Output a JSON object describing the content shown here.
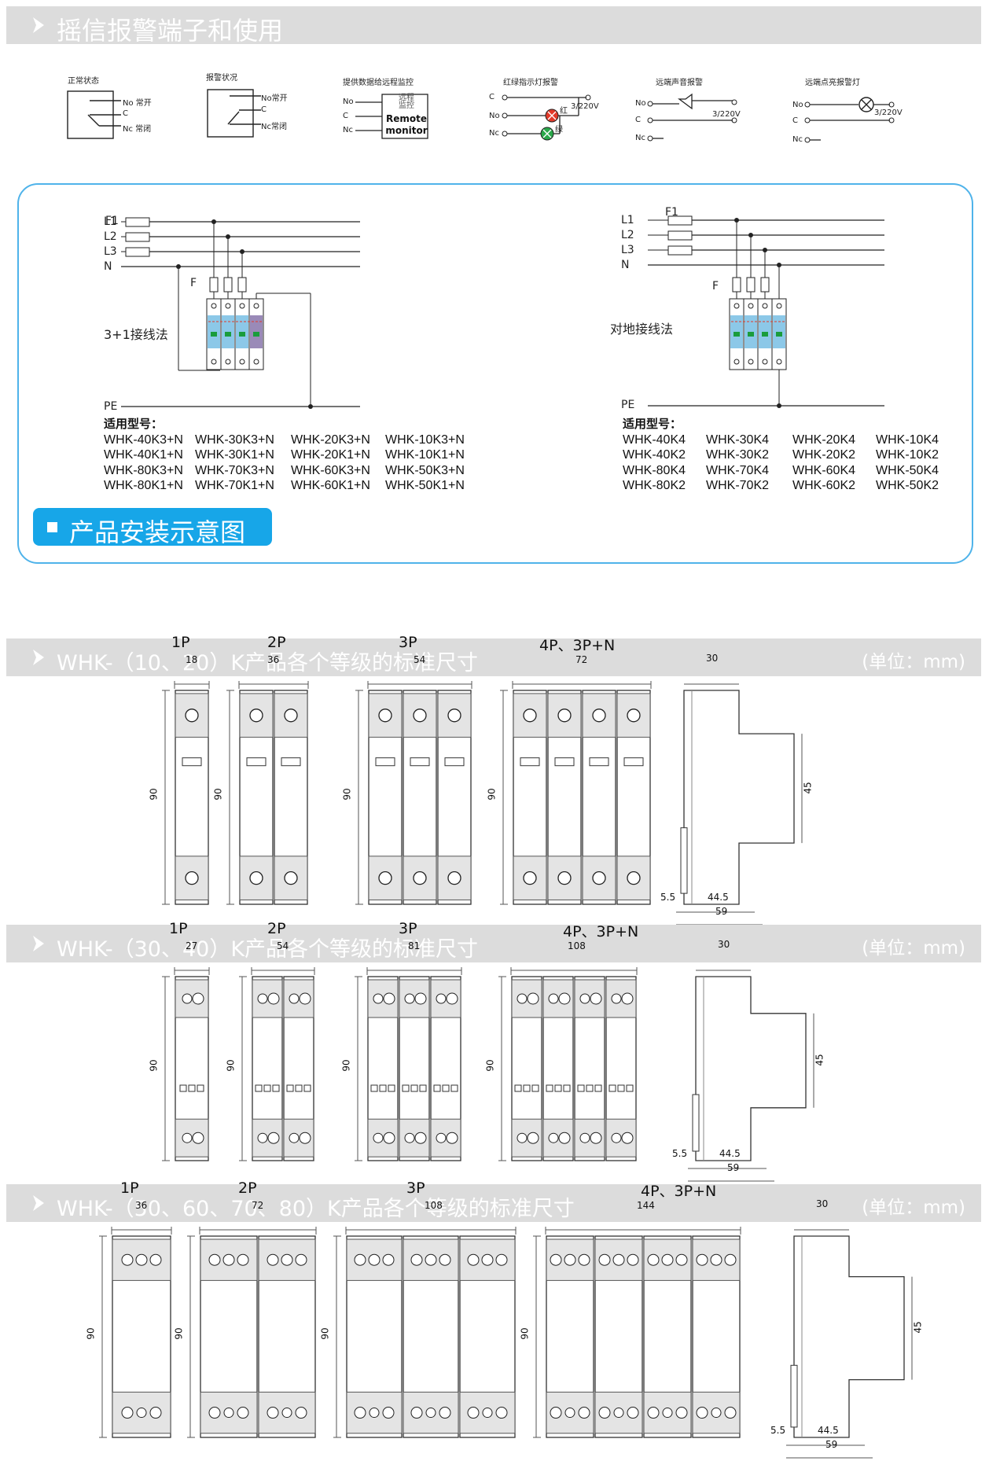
{
  "section1": {
    "title": "摇信报警端子和使用",
    "items": [
      {
        "title": "正常状态",
        "labels": [
          "No 常开",
          "C",
          "Nc 常闭"
        ]
      },
      {
        "title": "报警状况",
        "labels": [
          "No常开",
          "C",
          "Nc常闭"
        ]
      },
      {
        "title": "提供数据给远程监控",
        "labels": [
          "No",
          "C",
          "Nc"
        ],
        "box": [
          "远程",
          "监控",
          "Remote",
          "monitor"
        ]
      },
      {
        "title": "红绿指示灯报警",
        "labels": [
          "C",
          "No",
          "Nc"
        ],
        "extra": [
          "红",
          "3/220V",
          "绿"
        ]
      },
      {
        "title": "远端声音报警",
        "labels": [
          "No",
          "C",
          "Nc"
        ],
        "extra": [
          "3/220V"
        ]
      },
      {
        "title": "远端点亮报警灯",
        "labels": [
          "No",
          "C",
          "Nc"
        ],
        "extra": [
          "3/220V"
        ]
      }
    ]
  },
  "wiring": {
    "lines": [
      "L1",
      "L2",
      "L3",
      "N",
      "PE"
    ],
    "fuse_main": "F1",
    "fuse_branch": "F",
    "left_method": "3+1接线法",
    "right_method": "对地接线法",
    "models_heading": "适用型号：",
    "left_models": [
      [
        "WHK-40K3+N",
        "WHK-30K3+N",
        "WHK-20K3+N",
        "WHK-10K3+N"
      ],
      [
        "WHK-40K1+N",
        "WHK-30K1+N",
        "WHK-20K1+N",
        "WHK-10K1+N"
      ],
      [
        "WHK-80K3+N",
        "WHK-70K3+N",
        "WHK-60K3+N",
        "WHK-50K3+N"
      ],
      [
        "WHK-80K1+N",
        "WHK-70K1+N",
        "WHK-60K1+N",
        "WHK-50K1+N"
      ]
    ],
    "right_models": [
      [
        "WHK-40K4",
        "WHK-30K4",
        "WHK-20K4",
        "WHK-10K4"
      ],
      [
        "WHK-40K2",
        "WHK-30K2",
        "WHK-20K2",
        "WHK-10K2"
      ],
      [
        "WHK-80K4",
        "WHK-70K4",
        "WHK-60K4",
        "WHK-50K4"
      ],
      [
        "WHK-80K2",
        "WHK-70K2",
        "WHK-60K2",
        "WHK-50K2"
      ]
    ],
    "tag": "产品安装示意图"
  },
  "dims": [
    {
      "title": "WHK-（10、20）K产品各个等级的标准尺寸",
      "unit": "(单位：mm)",
      "poles": [
        "1P",
        "2P",
        "3P",
        "4P、3P+N"
      ],
      "widths": [
        "18",
        "36",
        "54",
        "72"
      ],
      "height": "90",
      "side": {
        "top": "30",
        "right": "45",
        "a": "5.5",
        "b": "44.5",
        "c": "59"
      }
    },
    {
      "title": "WHK-（30、40）K产品各个等级的标准尺寸",
      "unit": "(单位：mm)",
      "poles": [
        "1P",
        "2P",
        "3P",
        "4P、3P+N"
      ],
      "widths": [
        "27",
        "54",
        "81",
        "108"
      ],
      "height": "90",
      "side": {
        "top": "30",
        "right": "45",
        "a": "5.5",
        "b": "44.5",
        "c": "59"
      }
    },
    {
      "title": "WHK-（50、60、70、80）K产品各个等级的标准尺寸",
      "unit": "(单位：mm)",
      "poles": [
        "1P",
        "2P",
        "3P",
        "4P、3P+N"
      ],
      "widths": [
        "36",
        "72",
        "108",
        "144"
      ],
      "height": "90",
      "side": {
        "top": "30",
        "right": "45",
        "a": "5.5",
        "b": "44.5",
        "c": "59"
      }
    }
  ]
}
